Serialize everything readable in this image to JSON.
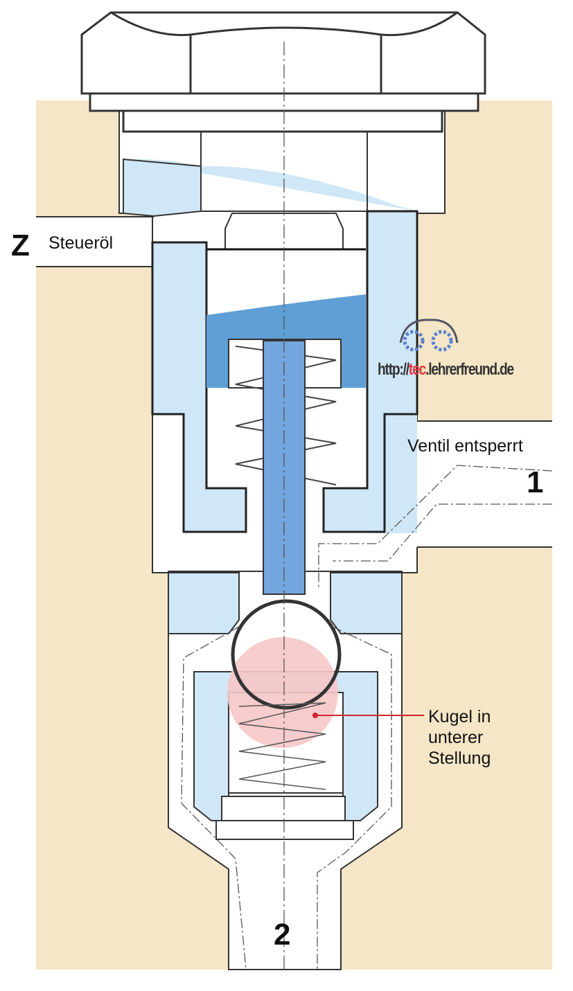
{
  "labels": {
    "port_z_letter": "Z",
    "port_z_text": "Steueröl",
    "state": "Ventil entsperrt",
    "port_1": "1",
    "port_2": "2",
    "ball_note": [
      "Kugel in",
      "unterer",
      "Stellung"
    ]
  },
  "logo": {
    "prefix": "http://",
    "highlight": "tec",
    "suffix": ".lehrerfreund.de"
  },
  "colors": {
    "housing": "#f4e6c6",
    "oil_light": "#cfe7f6",
    "oil_dark": "#5f9fd6",
    "rod": "#73a5de",
    "ball": "#f6c6c6",
    "leader": "#d0262b",
    "outline": "#333333"
  }
}
